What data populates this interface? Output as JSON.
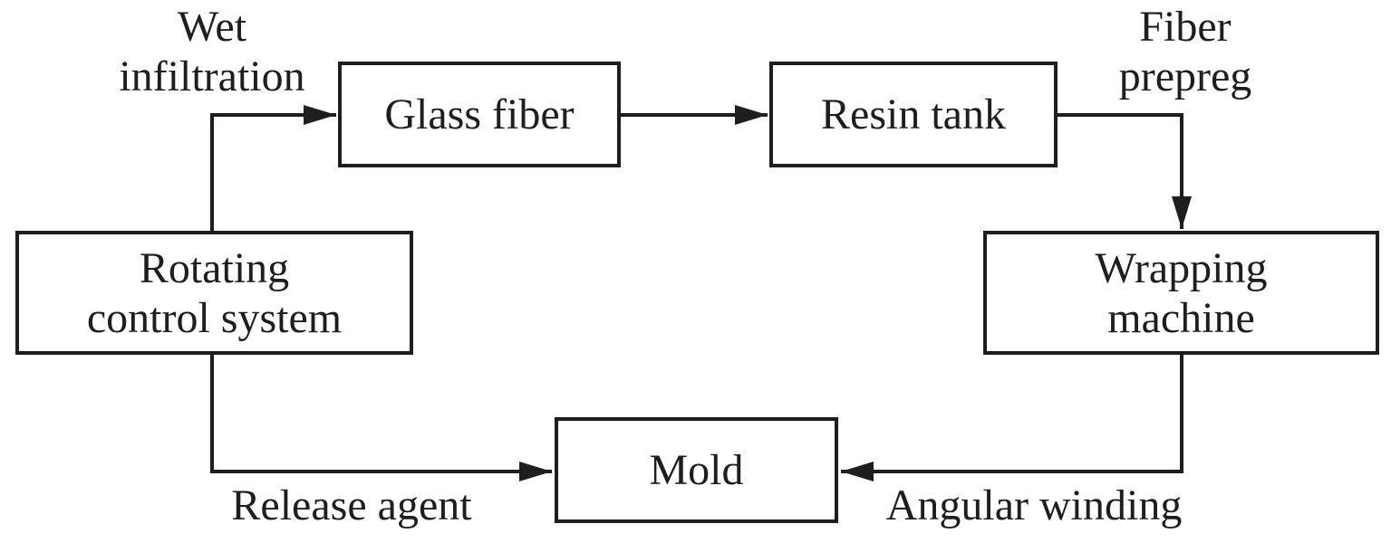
{
  "colors": {
    "ink": "#1e1e1e",
    "background": "#ffffff"
  },
  "nodes": {
    "glass_fiber": {
      "label": "Glass fiber"
    },
    "resin_tank": {
      "label": "Resin tank"
    },
    "rotating_control_system": {
      "line1": "Rotating",
      "line2": "control system"
    },
    "wrapping_machine": {
      "line1": "Wrapping",
      "line2": "machine"
    },
    "mold": {
      "label": "Mold"
    }
  },
  "edge_labels": {
    "wet_infiltration": {
      "line1": "Wet",
      "line2": "infiltration"
    },
    "fiber_prepreg": {
      "line1": "Fiber",
      "line2": "prepreg"
    },
    "release_agent": {
      "label": "Release agent"
    },
    "angular_winding": {
      "label": "Angular winding"
    }
  },
  "edges": [
    {
      "from": "Rotating control system",
      "to": "Glass fiber",
      "label": "Wet infiltration"
    },
    {
      "from": "Glass fiber",
      "to": "Resin tank",
      "label": ""
    },
    {
      "from": "Resin tank",
      "to": "Wrapping machine",
      "label": "Fiber prepreg"
    },
    {
      "from": "Wrapping machine",
      "to": "Mold",
      "label": "Angular winding"
    },
    {
      "from": "Rotating control system",
      "to": "Mold",
      "label": "Release agent"
    }
  ]
}
